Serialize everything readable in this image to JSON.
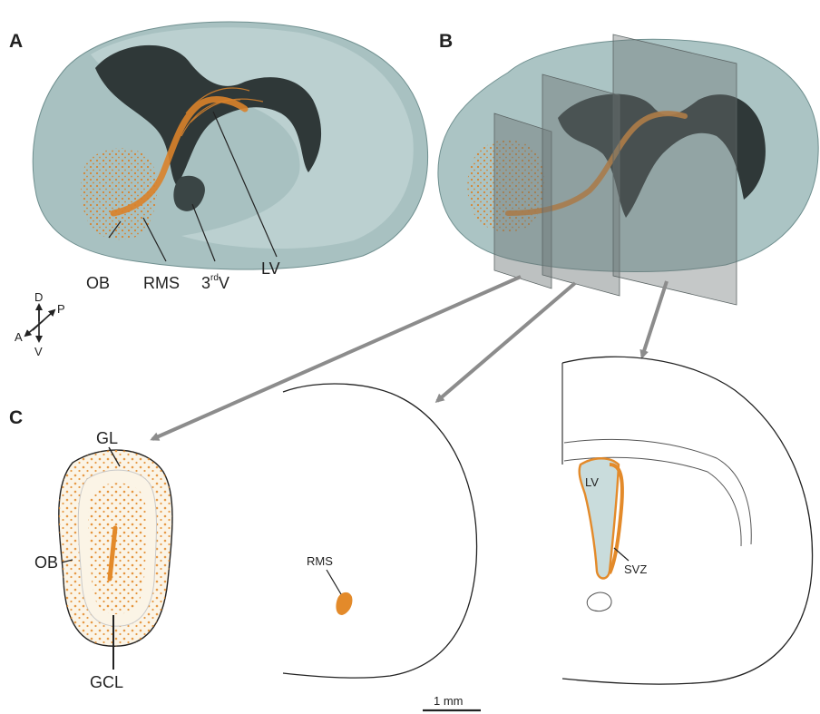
{
  "panels": {
    "a": "A",
    "b": "B",
    "c": "C"
  },
  "panel_a": {
    "labels": {
      "ob": "OB",
      "rms": "RMS",
      "third_v_prefix": "3",
      "third_v_sup": "rd",
      "third_v_suffix": "V",
      "lv": "LV"
    }
  },
  "axes": {
    "dorsal": "D",
    "posterior": "P",
    "anterior": "A",
    "ventral": "V"
  },
  "panel_c": {
    "ob_section": {
      "gl": "GL",
      "ob": "OB",
      "gcl": "GCL"
    },
    "rms_section": {
      "rms": "RMS"
    },
    "lv_section": {
      "lv": "LV",
      "svz": "SVZ"
    }
  },
  "scale_bar": {
    "label": "1 mm"
  },
  "colors": {
    "brain_shell": "#8fb0b0",
    "brain_shell_light": "#b9cfcf",
    "ventricle": "#2f3838",
    "migrating_cells": "#e38a2a",
    "section_plane": "#6d7676",
    "arrow": "#8c8c8c",
    "outline": "#222222",
    "ob_fill": "#fbf4e6",
    "lv_fill": "#c9dcdc"
  }
}
